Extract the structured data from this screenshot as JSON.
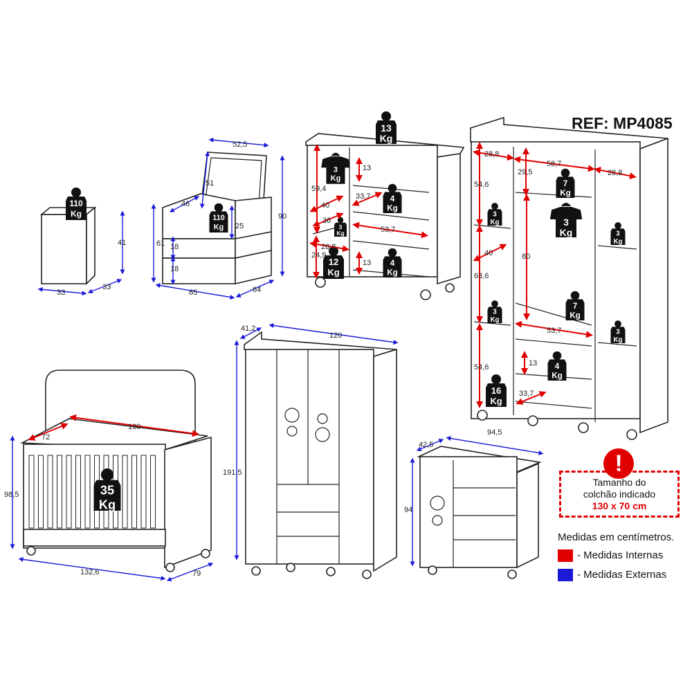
{
  "ref": "REF: MP4085",
  "unit": "Kg",
  "nightstand": {
    "weight": "110",
    "height": "41",
    "width": "33",
    "depth": "33"
  },
  "armchair": {
    "weight": "110",
    "seat_width": "52,5",
    "back_height": "51",
    "arm_depth": "46",
    "arm_height": "25",
    "base_height": "61",
    "drawer1": "18",
    "drawer2": "18",
    "height": "90",
    "width": "65",
    "depth": "64"
  },
  "dresser_open": {
    "top_weight": "13",
    "hanger_weight": "3",
    "shelf_weight": "3",
    "bottom_weight": "12",
    "drawer_weight1": "4",
    "drawer_weight2": "4",
    "dims": {
      "h1": "59,4",
      "d1": "40",
      "d2": "36",
      "w1": "28,8",
      "h2": "24,9",
      "dr_h1": "13",
      "dr_d": "33,7",
      "dr_w": "53,7",
      "dr_h2": "13"
    }
  },
  "wardrobe_open": {
    "weights": {
      "top_shelf": "7",
      "hanger": "3",
      "left1": "3",
      "right1": "3",
      "left2": "3",
      "center_bottom": "7",
      "right2": "3",
      "drawer": "4",
      "left_bottom": "16"
    },
    "dims": {
      "left_w": "28,8",
      "center_w": "58,7",
      "right_w": "28,8",
      "top_h": "29,5",
      "left_h1": "54,6",
      "left_d": "40",
      "left_h2": "63,6",
      "hang_h": "80",
      "drawer_w": "53,7",
      "drawer_h": "13",
      "left_h3": "54,6",
      "drawer_d": "33,7",
      "total_w": "94,5"
    }
  },
  "crib": {
    "weight": "35",
    "inner_length": "130",
    "inner_width": "72",
    "height": "98,5",
    "length": "132,6",
    "depth": "79"
  },
  "wardrobe_closed": {
    "depth": "41,2",
    "width": "120",
    "height": "191,5"
  },
  "dresser_closed": {
    "depth": "42,5",
    "height": "94"
  },
  "notice": {
    "icon": "exclamation",
    "line1": "Tamanho do",
    "line2": "colchão indicado",
    "size": "130 x 70 cm"
  },
  "legend": {
    "title": "Medidas em centímetros.",
    "internal": "- Medidas Internas",
    "external": "- Medidas Externas",
    "internal_color": "#e00000",
    "external_color": "#1a1ad6"
  }
}
